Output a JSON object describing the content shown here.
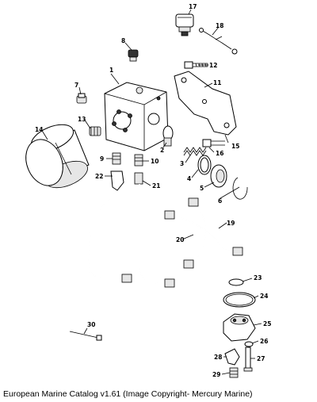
{
  "caption": "European Marine Catalog v1.61 (Image Copyright- Mercury Marine)",
  "part_numbers": [
    "1",
    "2",
    "3",
    "4",
    "5",
    "6",
    "7",
    "8",
    "9",
    "10",
    "11",
    "12",
    "13",
    "14",
    "15",
    "16",
    "17",
    "18",
    "19",
    "20",
    "21",
    "22",
    "23",
    "24",
    "25",
    "26",
    "27",
    "28",
    "29",
    "30"
  ]
}
